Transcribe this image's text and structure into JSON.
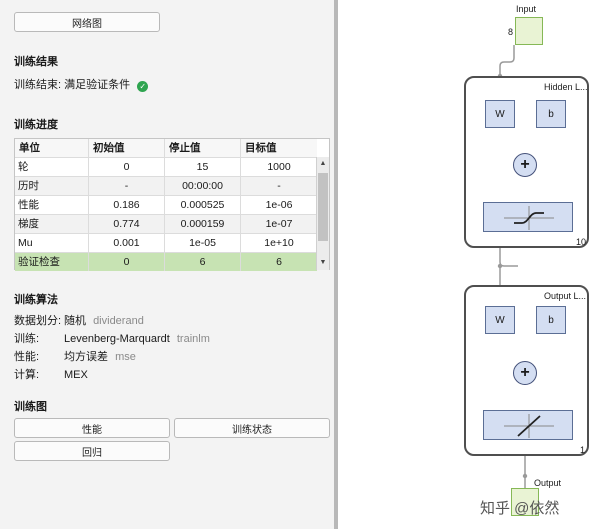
{
  "top_button": "网络图",
  "results": {
    "title": "训练结果",
    "status_label": "训练结束:",
    "status_value": "满足验证条件",
    "status_color": "#2ea44f",
    "status_icon": "check-circle-icon"
  },
  "progress": {
    "title": "训练进度",
    "columns": [
      "单位",
      "初始值",
      "停止值",
      "目标值"
    ],
    "rows": [
      {
        "unit": "轮",
        "initial": "0",
        "stopped": "15",
        "target": "1000"
      },
      {
        "unit": "历时",
        "initial": "-",
        "stopped": "00:00:00",
        "target": "-"
      },
      {
        "unit": "性能",
        "initial": "0.186",
        "stopped": "0.000525",
        "target": "1e-06"
      },
      {
        "unit": "梯度",
        "initial": "0.774",
        "stopped": "0.000159",
        "target": "1e-07"
      },
      {
        "unit": "Mu",
        "initial": "0.001",
        "stopped": "1e-05",
        "target": "1e+10"
      },
      {
        "unit": "验证检查",
        "initial": "0",
        "stopped": "6",
        "target": "6"
      }
    ],
    "highlight_color": "#c7e3b3"
  },
  "algorithms": {
    "title": "训练算法",
    "items": [
      {
        "label": "数据划分:",
        "value": "随机",
        "code": "dividerand"
      },
      {
        "label": "训练:",
        "value": "Levenberg-Marquardt",
        "code": "trainlm"
      },
      {
        "label": "性能:",
        "value": "均方误差",
        "code": "mse"
      },
      {
        "label": "计算:",
        "value": "MEX",
        "code": ""
      }
    ]
  },
  "plots": {
    "title": "训练图",
    "performance": "性能",
    "training_state": "训练状态",
    "regression": "回归"
  },
  "diagram": {
    "input_label": "Input",
    "input_size": "8",
    "hidden_label": "Hidden L...",
    "hidden_size": "10",
    "output_layer_label": "Output L...",
    "output_size": "1",
    "output_label": "Output",
    "w_label": "W",
    "b_label": "b",
    "sum_symbol": "+"
  },
  "watermark": "知乎 @依然"
}
